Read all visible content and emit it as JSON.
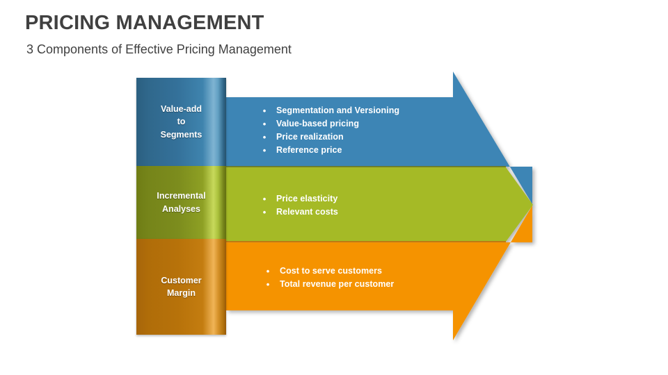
{
  "header": {
    "title": "PRICING MANAGEMENT",
    "subtitle": "3 Components of Effective Pricing Management"
  },
  "diagram": {
    "type": "chevron-arrow-3-stage",
    "bullet_glyph": "•",
    "colors": {
      "stage1_label": "#2E6485",
      "stage1_body": "#3E85B5",
      "stage2_label": "#78861A",
      "stage2_body": "#A5BA26",
      "stage3_label": "#B8720A",
      "stage3_body": "#F59300",
      "title_text": "#404040",
      "background": "#FFFFFF"
    },
    "stages": [
      {
        "id": "value-add-to-segments",
        "label": "Value-add\nto\nSegments",
        "bullets": [
          "Segmentation and Versioning",
          "Value-based pricing",
          "Price realization",
          "Reference price"
        ]
      },
      {
        "id": "incremental-analyses",
        "label": "Incremental\nAnalyses",
        "bullets": [
          "Price elasticity",
          "Relevant costs"
        ]
      },
      {
        "id": "customer-margin",
        "label": "Customer\nMargin",
        "bullets": [
          "Cost to serve customers",
          "Total revenue per customer"
        ]
      }
    ]
  }
}
